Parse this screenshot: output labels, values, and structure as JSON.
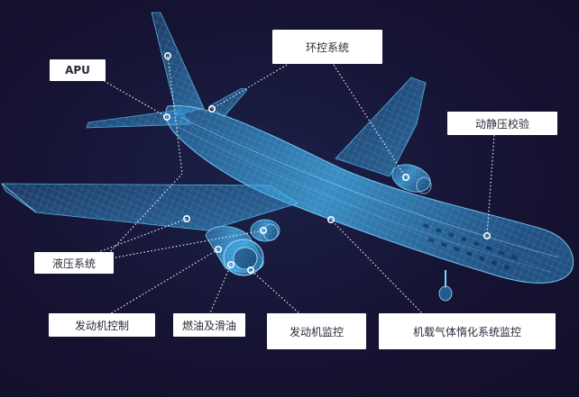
{
  "labels": {
    "apu": "APU",
    "env_control": "环控系统",
    "static_pressure": "动静压校验",
    "hydraulic": "液压系统",
    "engine_control": "发动机控制",
    "fuel_lube": "燃油及滑油",
    "engine_monitor": "发动机监控",
    "inerting_monitor": "机载气体惰化系统监控"
  },
  "colors": {
    "background": "#15132e",
    "wireframe": "#3fa9e6",
    "wireframe_bright": "#8fd6ff",
    "callout_box": "#ffffff",
    "callout_text": "#2a2a3a",
    "leader_line": "#ffffff"
  }
}
